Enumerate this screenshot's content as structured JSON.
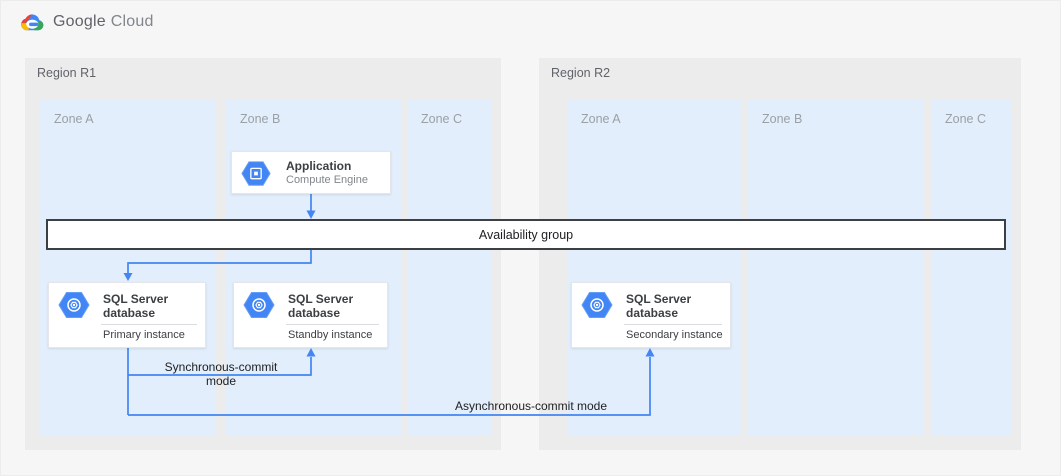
{
  "header": {
    "brand_google": "Google",
    "brand_cloud": "Cloud"
  },
  "regions": [
    {
      "label": "Region R1",
      "zones": [
        {
          "label": "Zone A"
        },
        {
          "label": "Zone B"
        },
        {
          "label": "Zone C"
        }
      ]
    },
    {
      "label": "Region R2",
      "zones": [
        {
          "label": "Zone A"
        },
        {
          "label": "Zone B"
        },
        {
          "label": "Zone C"
        }
      ]
    }
  ],
  "nodes": {
    "application": {
      "title": "Application",
      "subtitle": "Compute Engine"
    },
    "availability_group": {
      "label": "Availability group"
    },
    "primary_db": {
      "title": "SQL Server database",
      "subtitle": "Primary instance"
    },
    "standby_db": {
      "title": "SQL Server database",
      "subtitle": "Standby instance"
    },
    "secondary_db": {
      "title": "SQL Server database",
      "subtitle": "Secondary instance"
    }
  },
  "edges": {
    "sync_label": "Synchronous-commit mode",
    "async_label": "Asynchronous-commit mode"
  },
  "icons": {
    "logo": "google-cloud-logo",
    "application": "compute-engine-hexagon-icon",
    "database": "sql-database-hexagon-icon"
  },
  "colors": {
    "arrow_blue": "#4285f4",
    "icon_blue": "#4285f4",
    "zone_bg": "#e2eefb",
    "region_bg": "#ececec",
    "page_bg": "#f6f6f6",
    "bar_border": "#3c4043"
  }
}
